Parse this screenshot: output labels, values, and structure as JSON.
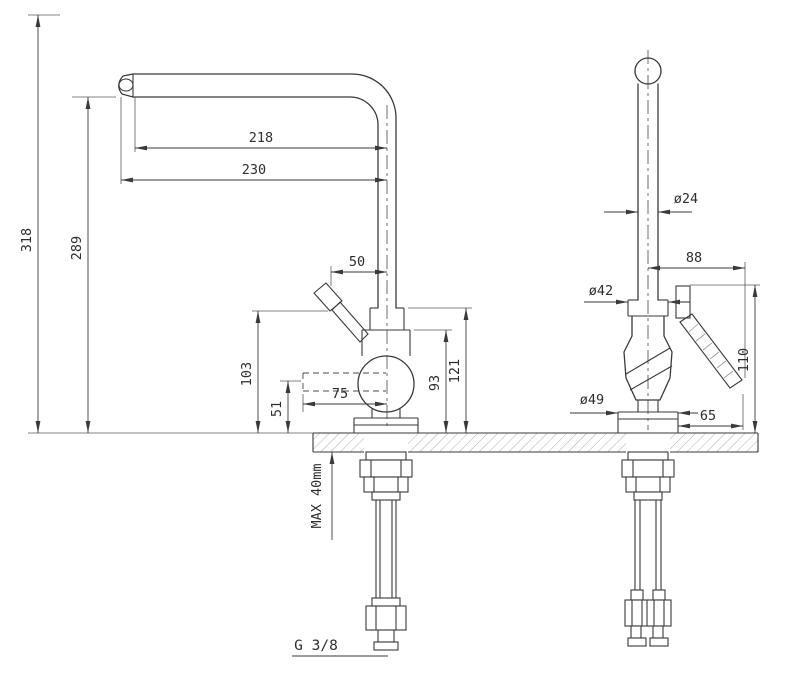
{
  "drawing": {
    "colors": {
      "line": "#3a3a3a",
      "hatch": "#9a9a9a",
      "text": "#2e2e2e",
      "background": "#ffffff"
    },
    "left_view": {
      "dim_218": "218",
      "dim_230": "230",
      "dim_318": "318",
      "dim_289": "289",
      "dim_50": "50",
      "dim_103": "103",
      "dim_51": "51",
      "dim_75": "75",
      "dim_93": "93",
      "dim_121": "121",
      "max_thickness": "MAX 40mm",
      "thread": "G 3/8"
    },
    "right_view": {
      "dia_24": "ø24",
      "dim_88": "88",
      "dia_42": "ø42",
      "dia_49": "ø49",
      "dim_65": "65",
      "dim_110": "110"
    }
  }
}
